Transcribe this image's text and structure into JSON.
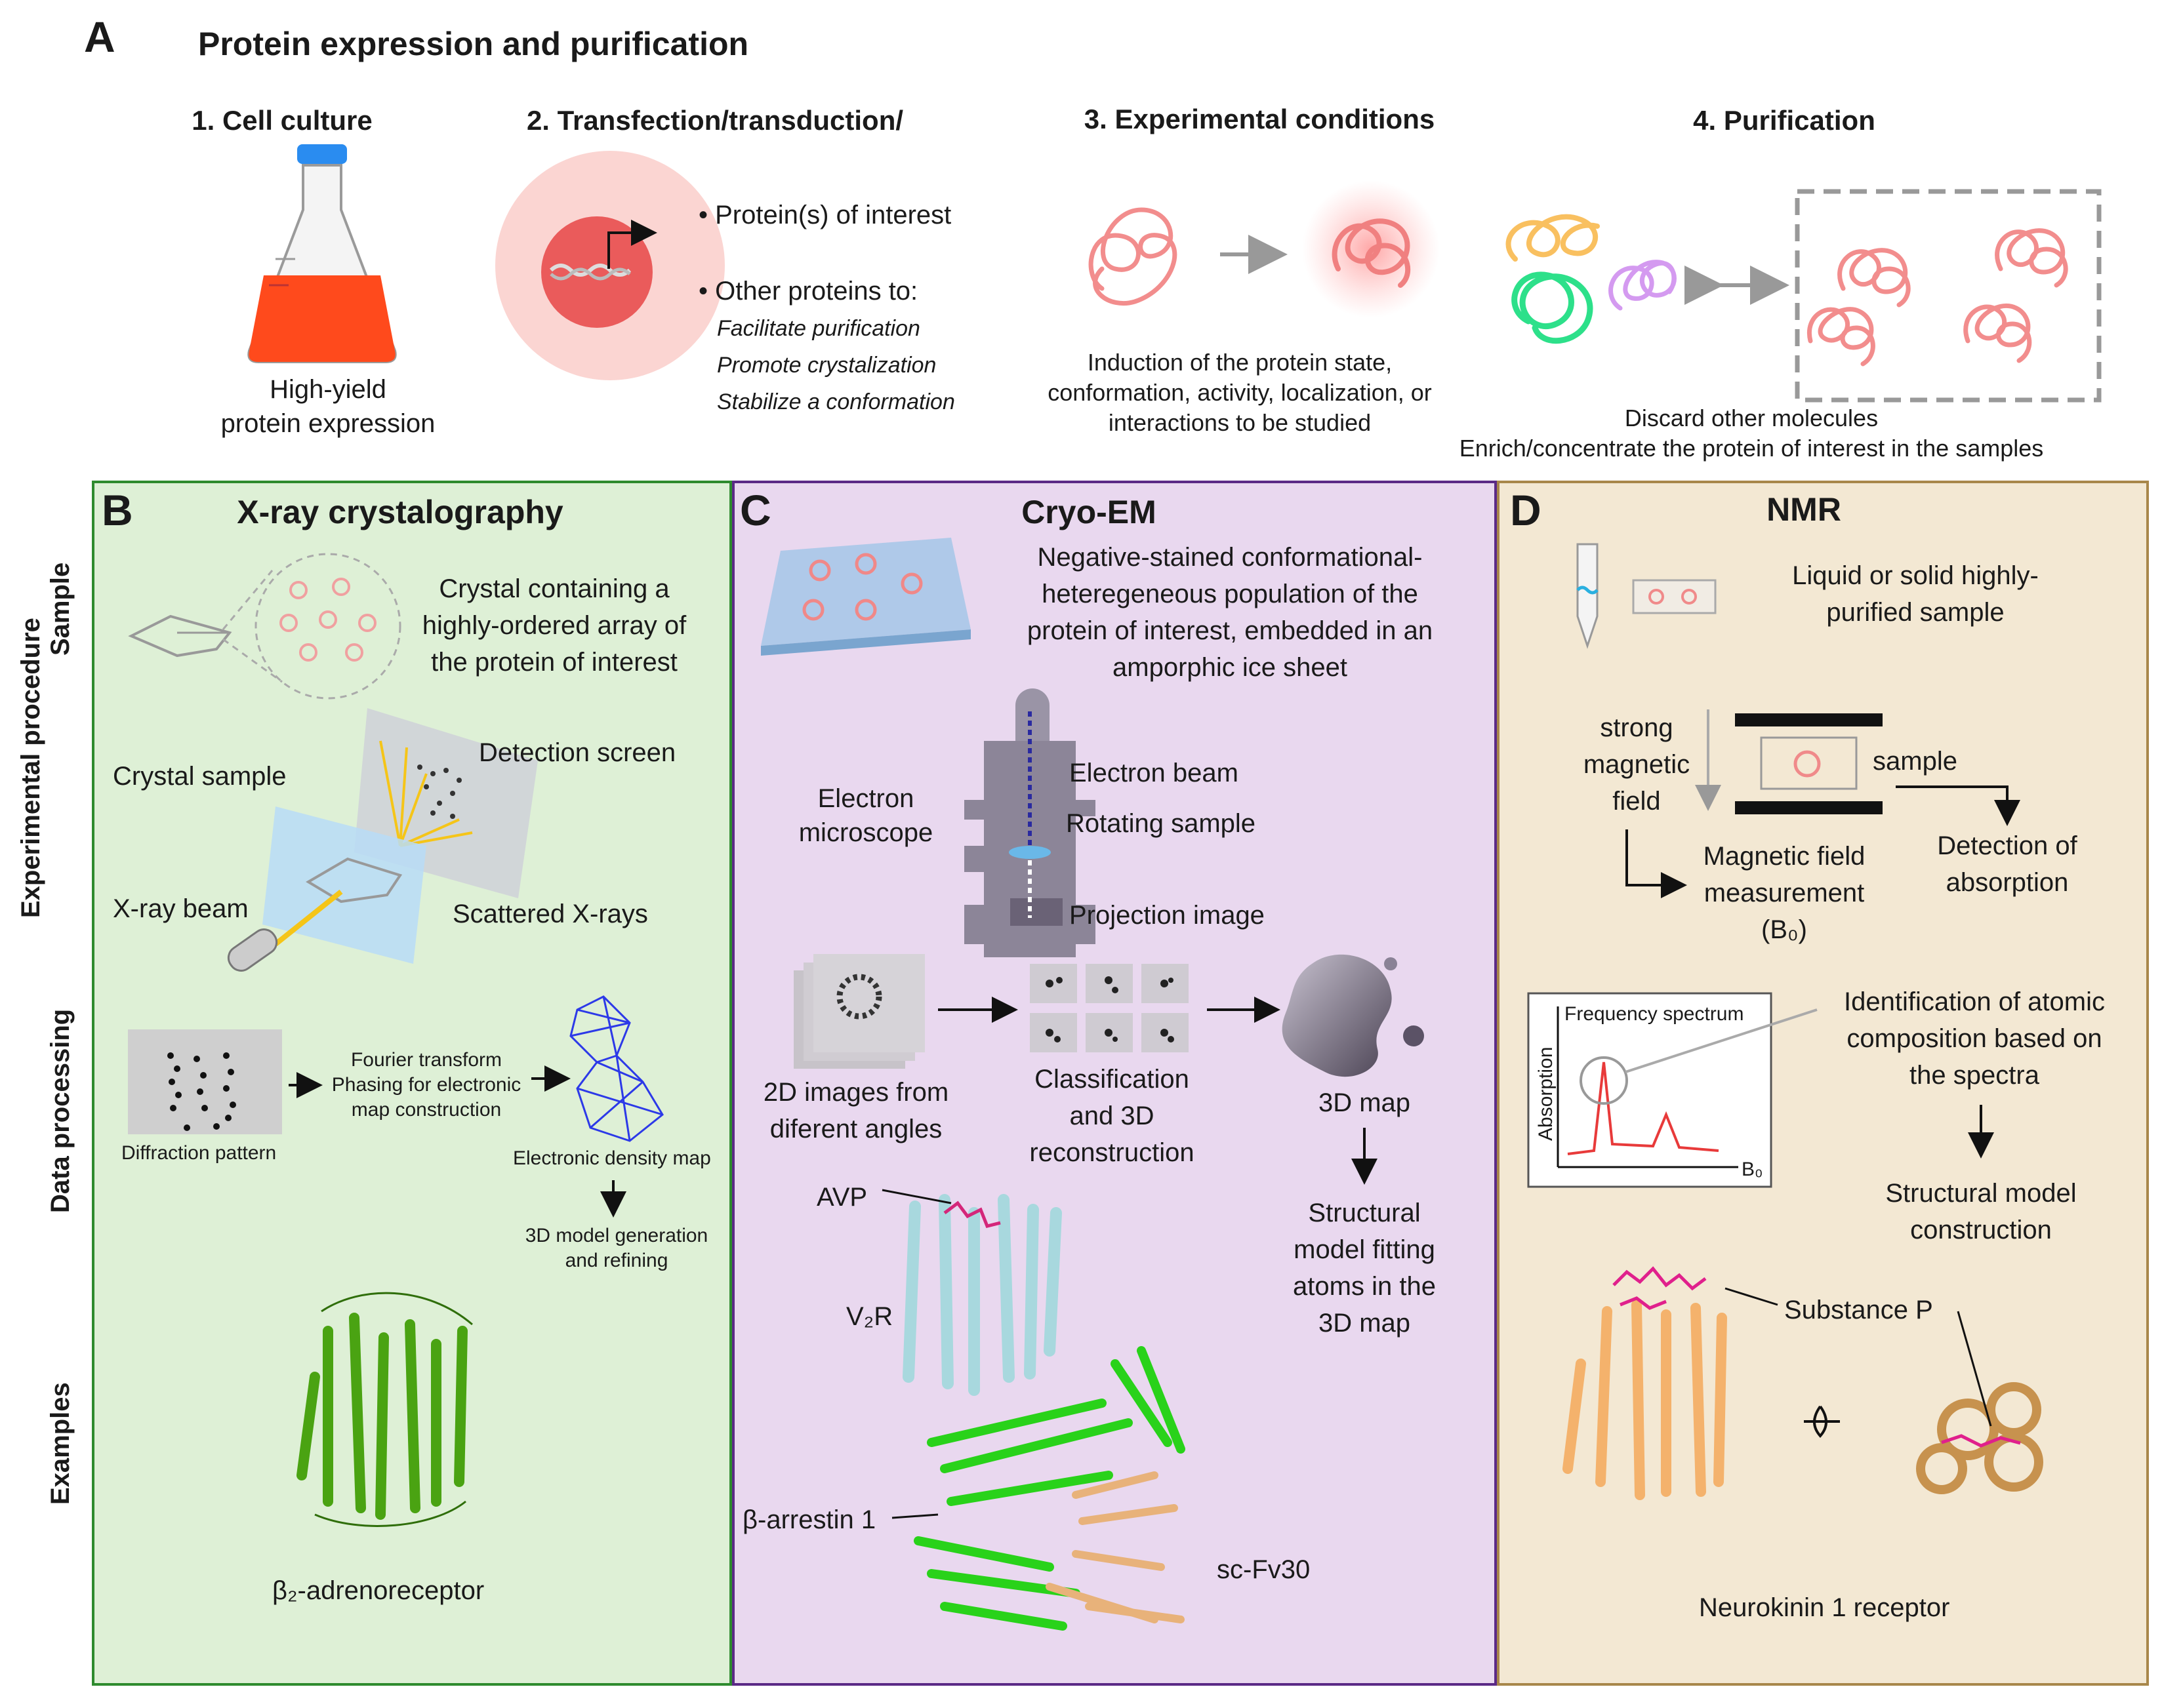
{
  "panel_a": {
    "letter": "A",
    "title": "Protein expression and purification",
    "steps": [
      {
        "label": "1. Cell culture"
      },
      {
        "label": "2. Transfection/transduction/"
      },
      {
        "label": "3. Experimental conditions"
      },
      {
        "label": "4. Purification"
      }
    ],
    "cell_culture_caption": [
      "High-yield",
      "protein expression"
    ],
    "transfection": {
      "bullet1": "• Protein(s) of interest",
      "bullet2": "• Other proteins to:",
      "sub": [
        "Facilitate purification",
        "Promote crystalization",
        "Stabilize a conformation"
      ]
    },
    "conditions_caption": [
      "Induction of the protein state,",
      "conformation, activity, localization, or",
      "interactions to be studied"
    ],
    "purification_caption": [
      "Discard other molecules",
      "Enrich/concentrate the protein of interest in the samples"
    ]
  },
  "side_labels": [
    "Sample",
    "Experimental procedure",
    "Data processing",
    "Examples"
  ],
  "panel_b": {
    "letter": "B",
    "title": "X-ray crystalography",
    "sample_text": [
      "Crystal containing a",
      "highly-ordered array of",
      "the protein of interest"
    ],
    "crystal_sample": "Crystal sample",
    "detection_screen": "Detection screen",
    "xray_beam": "X-ray beam",
    "scattered": "Scattered X-rays",
    "fourier": [
      "Fourier transform",
      "Phasing for electronic",
      "map construction"
    ],
    "diffraction": "Diffraction pattern",
    "density_map": "Electronic density map",
    "model_gen": [
      "3D model generation",
      "and refining"
    ],
    "example": "β₂-adrenoreceptor"
  },
  "panel_c": {
    "letter": "C",
    "title": "Cryo-EM",
    "sample_text": [
      "Negative-stained  conformational-",
      "heteregeneous population of the",
      "protein of interest, embedded in an",
      "amporphic ice sheet"
    ],
    "electron_beam": "Electron beam",
    "microscope": [
      "Electron",
      "microscope"
    ],
    "rotating": "Rotating sample",
    "projection": "Projection image",
    "images_2d": [
      "2D images from",
      "diferent angles"
    ],
    "classification": [
      "Classification",
      "and 3D",
      "reconstruction"
    ],
    "map_3d": "3D map",
    "fitting": [
      "Structural",
      "model fitting",
      "atoms in the",
      "3D map"
    ],
    "avp": "AVP",
    "v2r": "V₂R",
    "arrestin": "β-arrestin 1",
    "scfv": "sc-Fv30"
  },
  "panel_d": {
    "letter": "D",
    "title": "NMR",
    "sample_text": [
      "Liquid or solid highly-",
      "purified sample"
    ],
    "field": [
      "strong",
      "magnetic",
      "field"
    ],
    "sample": "sample",
    "measurement": [
      "Magnetic field",
      "measurement",
      "(B₀)"
    ],
    "detection": [
      "Detection of",
      "absorption"
    ],
    "spectrum_title": "Frequency spectrum",
    "absorption_axis": "Absorption",
    "b0_axis": "B₀",
    "identification": [
      "Identification of atomic",
      "composition based on",
      "the spectra"
    ],
    "model": [
      "Structural model",
      "construction"
    ],
    "substance": "Substance P",
    "receptor": "Neurokinin 1 receptor"
  },
  "colors": {
    "panel_b_bg": "#def0d6",
    "panel_b_border": "#2e8b2e",
    "panel_c_bg": "#e9d8ef",
    "panel_c_border": "#5b2a86",
    "panel_d_bg": "#f3e8d3",
    "panel_d_border": "#a8874a",
    "protein_pink": "#f08a8a",
    "culture_red": "#ff4a1c"
  }
}
